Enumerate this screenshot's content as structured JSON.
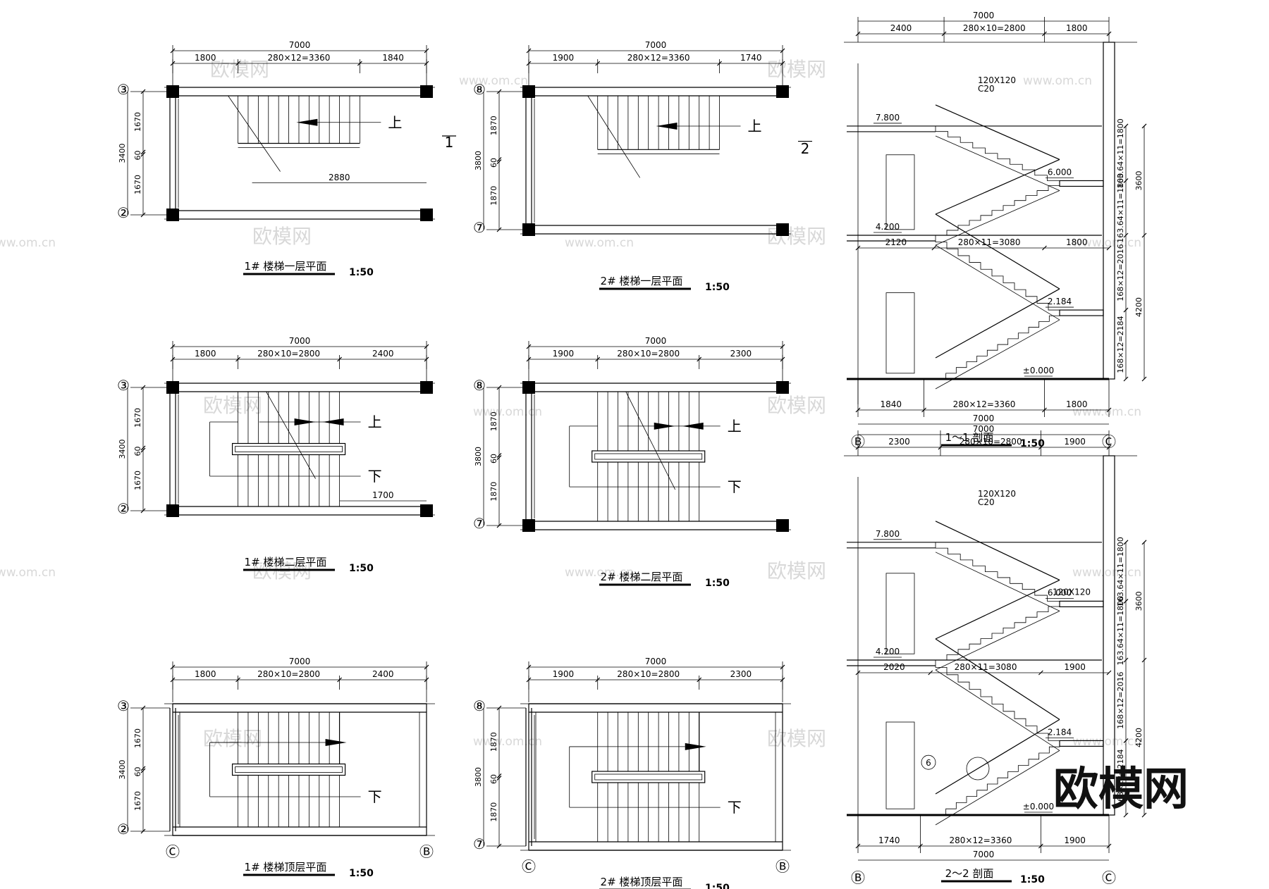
{
  "plans": [
    {
      "id": "p1a",
      "title": "1# 楼梯一层平面",
      "scale": "1:50",
      "overall": "7000",
      "dims": [
        "1800",
        "280×12=3360",
        "1840"
      ],
      "axes_left": [
        "③",
        "②"
      ],
      "vdims": [
        "1670",
        "60",
        "1670"
      ],
      "vtotal": "3400",
      "extra_dim": "2880",
      "arrow_label": "上",
      "cut": "1"
    },
    {
      "id": "p2a",
      "title": "2# 楼梯一层平面",
      "scale": "1:50",
      "overall": "7000",
      "dims": [
        "1900",
        "280×12=3360",
        "1740"
      ],
      "axes_left": [
        "⑧",
        "⑦"
      ],
      "vdims": [
        "1870",
        "60",
        "1870"
      ],
      "vtotal": "3800",
      "arrow_label": "上",
      "cut": "2"
    },
    {
      "id": "p1b",
      "title": "1# 楼梯二层平面",
      "scale": "1:50",
      "overall": "7000",
      "dims": [
        "1800",
        "280×10=2800",
        "2400"
      ],
      "axes_left": [
        "③",
        "②"
      ],
      "vdims": [
        "1670",
        "60",
        "1670"
      ],
      "vtotal": "3400",
      "extra_dim": "1700",
      "up_label": "上",
      "down_label": "下"
    },
    {
      "id": "p2b",
      "title": "2# 楼梯二层平面",
      "scale": "1:50",
      "overall": "7000",
      "dims": [
        "1900",
        "280×10=2800",
        "2300"
      ],
      "axes_left": [
        "⑧",
        "⑦"
      ],
      "vdims": [
        "1870",
        "60",
        "1870"
      ],
      "vtotal": "3800",
      "up_label": "上",
      "down_label": "下"
    },
    {
      "id": "p1c",
      "title": "1# 楼梯顶层平面",
      "scale": "1:50",
      "overall": "7000",
      "dims": [
        "1800",
        "280×10=2800",
        "2400"
      ],
      "axes_left": [
        "③",
        "②"
      ],
      "vdims": [
        "1670",
        "60",
        "1670"
      ],
      "vtotal": "3400",
      "down_label": "下",
      "axes_bottom": [
        "Ⓒ",
        "Ⓑ"
      ]
    },
    {
      "id": "p2c",
      "title": "2# 楼梯顶层平面",
      "scale": "1:50",
      "overall": "7000",
      "dims": [
        "1900",
        "280×10=2800",
        "2300"
      ],
      "axes_left": [
        "⑧",
        "⑦"
      ],
      "vdims": [
        "1870",
        "60",
        "1870"
      ],
      "vtotal": "3800",
      "down_label": "下",
      "axes_bottom": [
        "Ⓒ",
        "Ⓑ"
      ]
    }
  ],
  "sections": [
    {
      "id": "s1",
      "title": "1～1 剖面",
      "scale": "1:50",
      "overall": "7000",
      "top_dims": [
        "2400",
        "280×10=2800",
        "1800"
      ],
      "mid_dims": [
        "2120",
        "280×11=3080",
        "1800"
      ],
      "bottom_dims": [
        "1840",
        "280×12=3360",
        "1800"
      ],
      "elevs": [
        "7.800",
        "6.000",
        "4.200",
        "2.184",
        "±0.000"
      ],
      "beam": "120X120",
      "beam_note": "C20",
      "right_dims": [
        "163.64×11=1800",
        "163.64×11=1800",
        "168×12=2016",
        "168×12=2184"
      ],
      "right_totals": [
        "3600",
        "4200"
      ],
      "axes_bottom": [
        "Ⓑ",
        "Ⓒ"
      ]
    },
    {
      "id": "s2",
      "title": "2～2 剖面",
      "scale": "1:50",
      "overall": "7000",
      "top_dims": [
        "2300",
        "280×10=2800",
        "1900"
      ],
      "mid_dims": [
        "2020",
        "280×11=3080",
        "1900"
      ],
      "bottom_dims": [
        "1740",
        "280×12=3360",
        "1900"
      ],
      "elevs": [
        "7.800",
        "6.000",
        "4.200",
        "2.184",
        "±0.000"
      ],
      "beam": "120X120",
      "beam2": "120X120",
      "beam_note": "C20",
      "right_dims": [
        "163.64×11=1800",
        "163.64×11=1800",
        "168×12=2016",
        "168×12=2184"
      ],
      "right_totals": [
        "3600",
        "4200"
      ],
      "detail_ref": "6",
      "axes_bottom": [
        "Ⓑ",
        "Ⓒ"
      ]
    }
  ],
  "watermark_text": "欧模网",
  "watermark_url": "www.om.cn",
  "logo": "欧模网"
}
